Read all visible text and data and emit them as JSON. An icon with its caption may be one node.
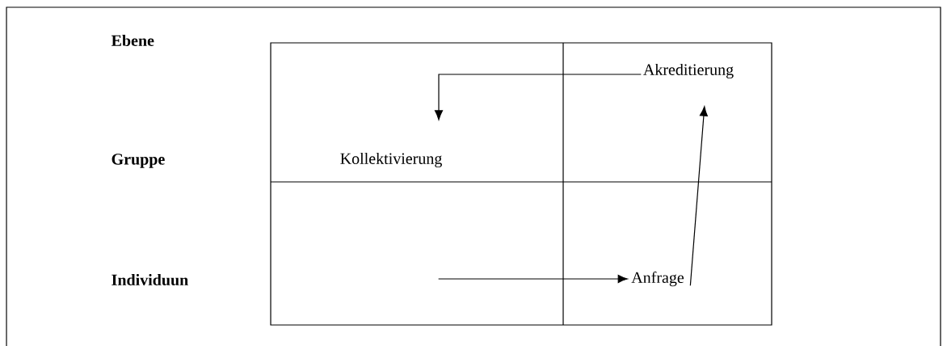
{
  "diagram": {
    "nodes": [
      {
        "text": [
          "Akreditierung"
        ]
      },
      {
        "text": [
          "Kollektivierung"
        ]
      },
      {
        "text": [
          "Anfrage"
        ]
      }
    ],
    "edges": [
      {
        "from": 2,
        "to": 0,
        "arrow": "to"
      },
      {
        "from": 0,
        "to": 1,
        "arrow": "to"
      },
      {
        "from": null,
        "to": 2,
        "arrow": "to"
      }
    ],
    "labels": [
      "Ebene",
      "Gruppe",
      "Individuun"
    ]
  }
}
